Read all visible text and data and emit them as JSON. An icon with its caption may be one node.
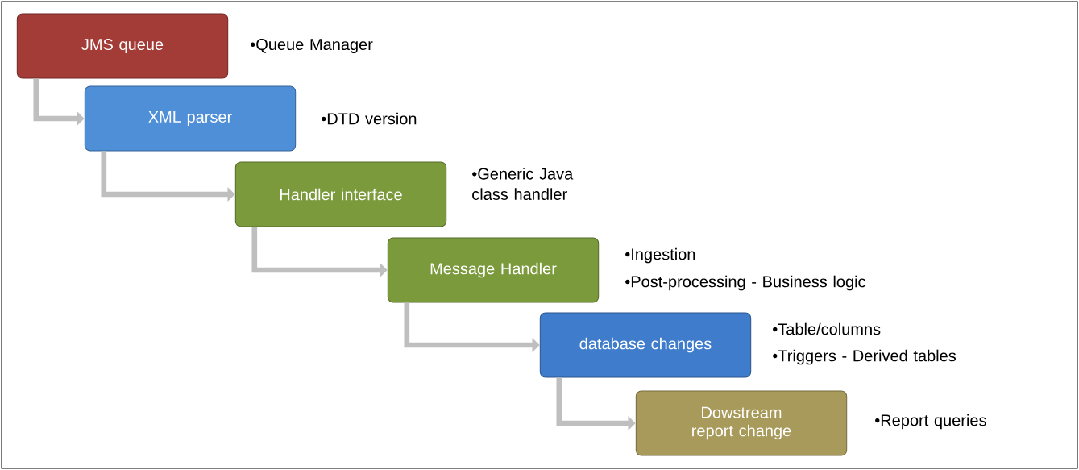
{
  "diagram": {
    "nodes": [
      {
        "text": [
          "JMS queue"
        ],
        "beside": [
          "•Queue Manager"
        ]
      },
      {
        "text": [
          "XML parser"
        ],
        "beside": [
          "•DTD version"
        ]
      },
      {
        "text": [
          "Handler interface"
        ],
        "beside": [
          "•Generic Java class handler"
        ]
      },
      {
        "text": [
          "Message Handler"
        ],
        "beside": [
          "•Ingestion",
          "•Post-processing - Business logic"
        ]
      },
      {
        "text": [
          "database changes"
        ],
        "beside": [
          "•Table/columns",
          "•Triggers - Derived tables"
        ]
      },
      {
        "text": [
          "Dowstream report change"
        ],
        "beside": [
          "•Report queries"
        ]
      }
    ],
    "edges": [
      {
        "from": 0,
        "to": 1,
        "arrow": "to"
      },
      {
        "from": 1,
        "to": 2,
        "arrow": "to"
      },
      {
        "from": 2,
        "to": 3,
        "arrow": "to"
      },
      {
        "from": 3,
        "to": 4,
        "arrow": "to"
      },
      {
        "from": 4,
        "to": 5,
        "arrow": "to"
      }
    ]
  }
}
